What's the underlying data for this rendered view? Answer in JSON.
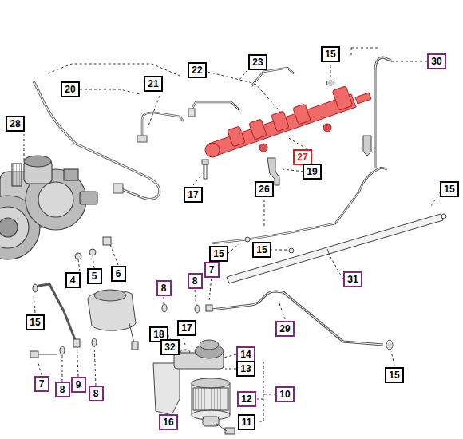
{
  "diagram": {
    "labels": [
      "15",
      "30",
      "23",
      "22",
      "21",
      "20",
      "28",
      "27",
      "19",
      "17",
      "26",
      "15",
      "15",
      "15",
      "7",
      "4",
      "5",
      "6",
      "31",
      "8",
      "8",
      "15",
      "29",
      "18",
      "17",
      "32",
      "14",
      "13",
      "15",
      "7",
      "8",
      "9",
      "8",
      "10",
      "12",
      "11",
      "16"
    ]
  }
}
